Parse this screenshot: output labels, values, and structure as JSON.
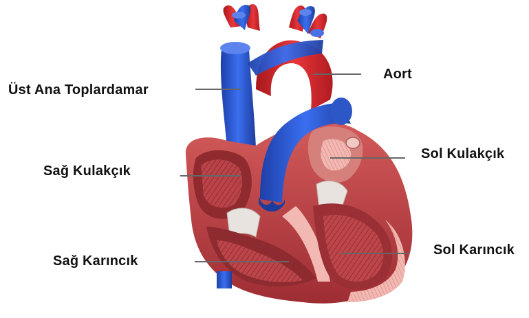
{
  "labels": {
    "superior_vena_cava": "Üst Ana Toplardamar",
    "aorta": "Aort",
    "right_atrium": "Sağ Kulakçık",
    "left_atrium": "Sol Kulakçık",
    "right_ventricle": "Sağ Karıncık",
    "left_ventricle": "Sol Karıncık"
  },
  "colors": {
    "artery_red": "#d8262b",
    "vein_blue": "#2a5bd6",
    "muscle": "#c94d4d",
    "muscle_inner": "#a8343a",
    "chamber_pink": "#f1b7b3",
    "valve_white": "#e9e3df",
    "leader_line": "#666666"
  }
}
